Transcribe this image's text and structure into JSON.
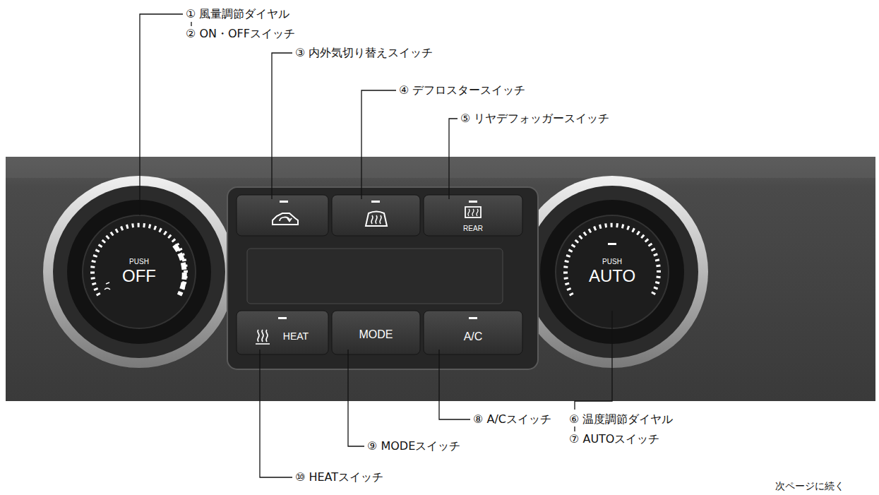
{
  "diagram": {
    "nodes": [
      {
        "text": [
          "PUSH",
          "OFF"
        ]
      },
      {
        "text": [
          "REAR"
        ]
      },
      {
        "text": [
          "HEAT"
        ]
      },
      {
        "text": [
          "MODE"
        ]
      },
      {
        "text": [
          "A/C"
        ]
      },
      {
        "text": [
          "PUSH",
          "AUTO"
        ]
      }
    ],
    "labels": [
      "① 風量調節ダイヤル",
      "② ON・OFFスイッチ",
      "③ 内外気切り替えスイッチ",
      "④ デフロスタースイッチ",
      "⑤ リヤデフォッガースイッチ",
      "⑥ 温度調節ダイヤル",
      "⑦ AUTOスイッチ",
      "⑧ A/Cスイッチ",
      "⑨ MODEスイッチ",
      "⑩ HEATスイッチ",
      "次ページに続く"
    ]
  }
}
